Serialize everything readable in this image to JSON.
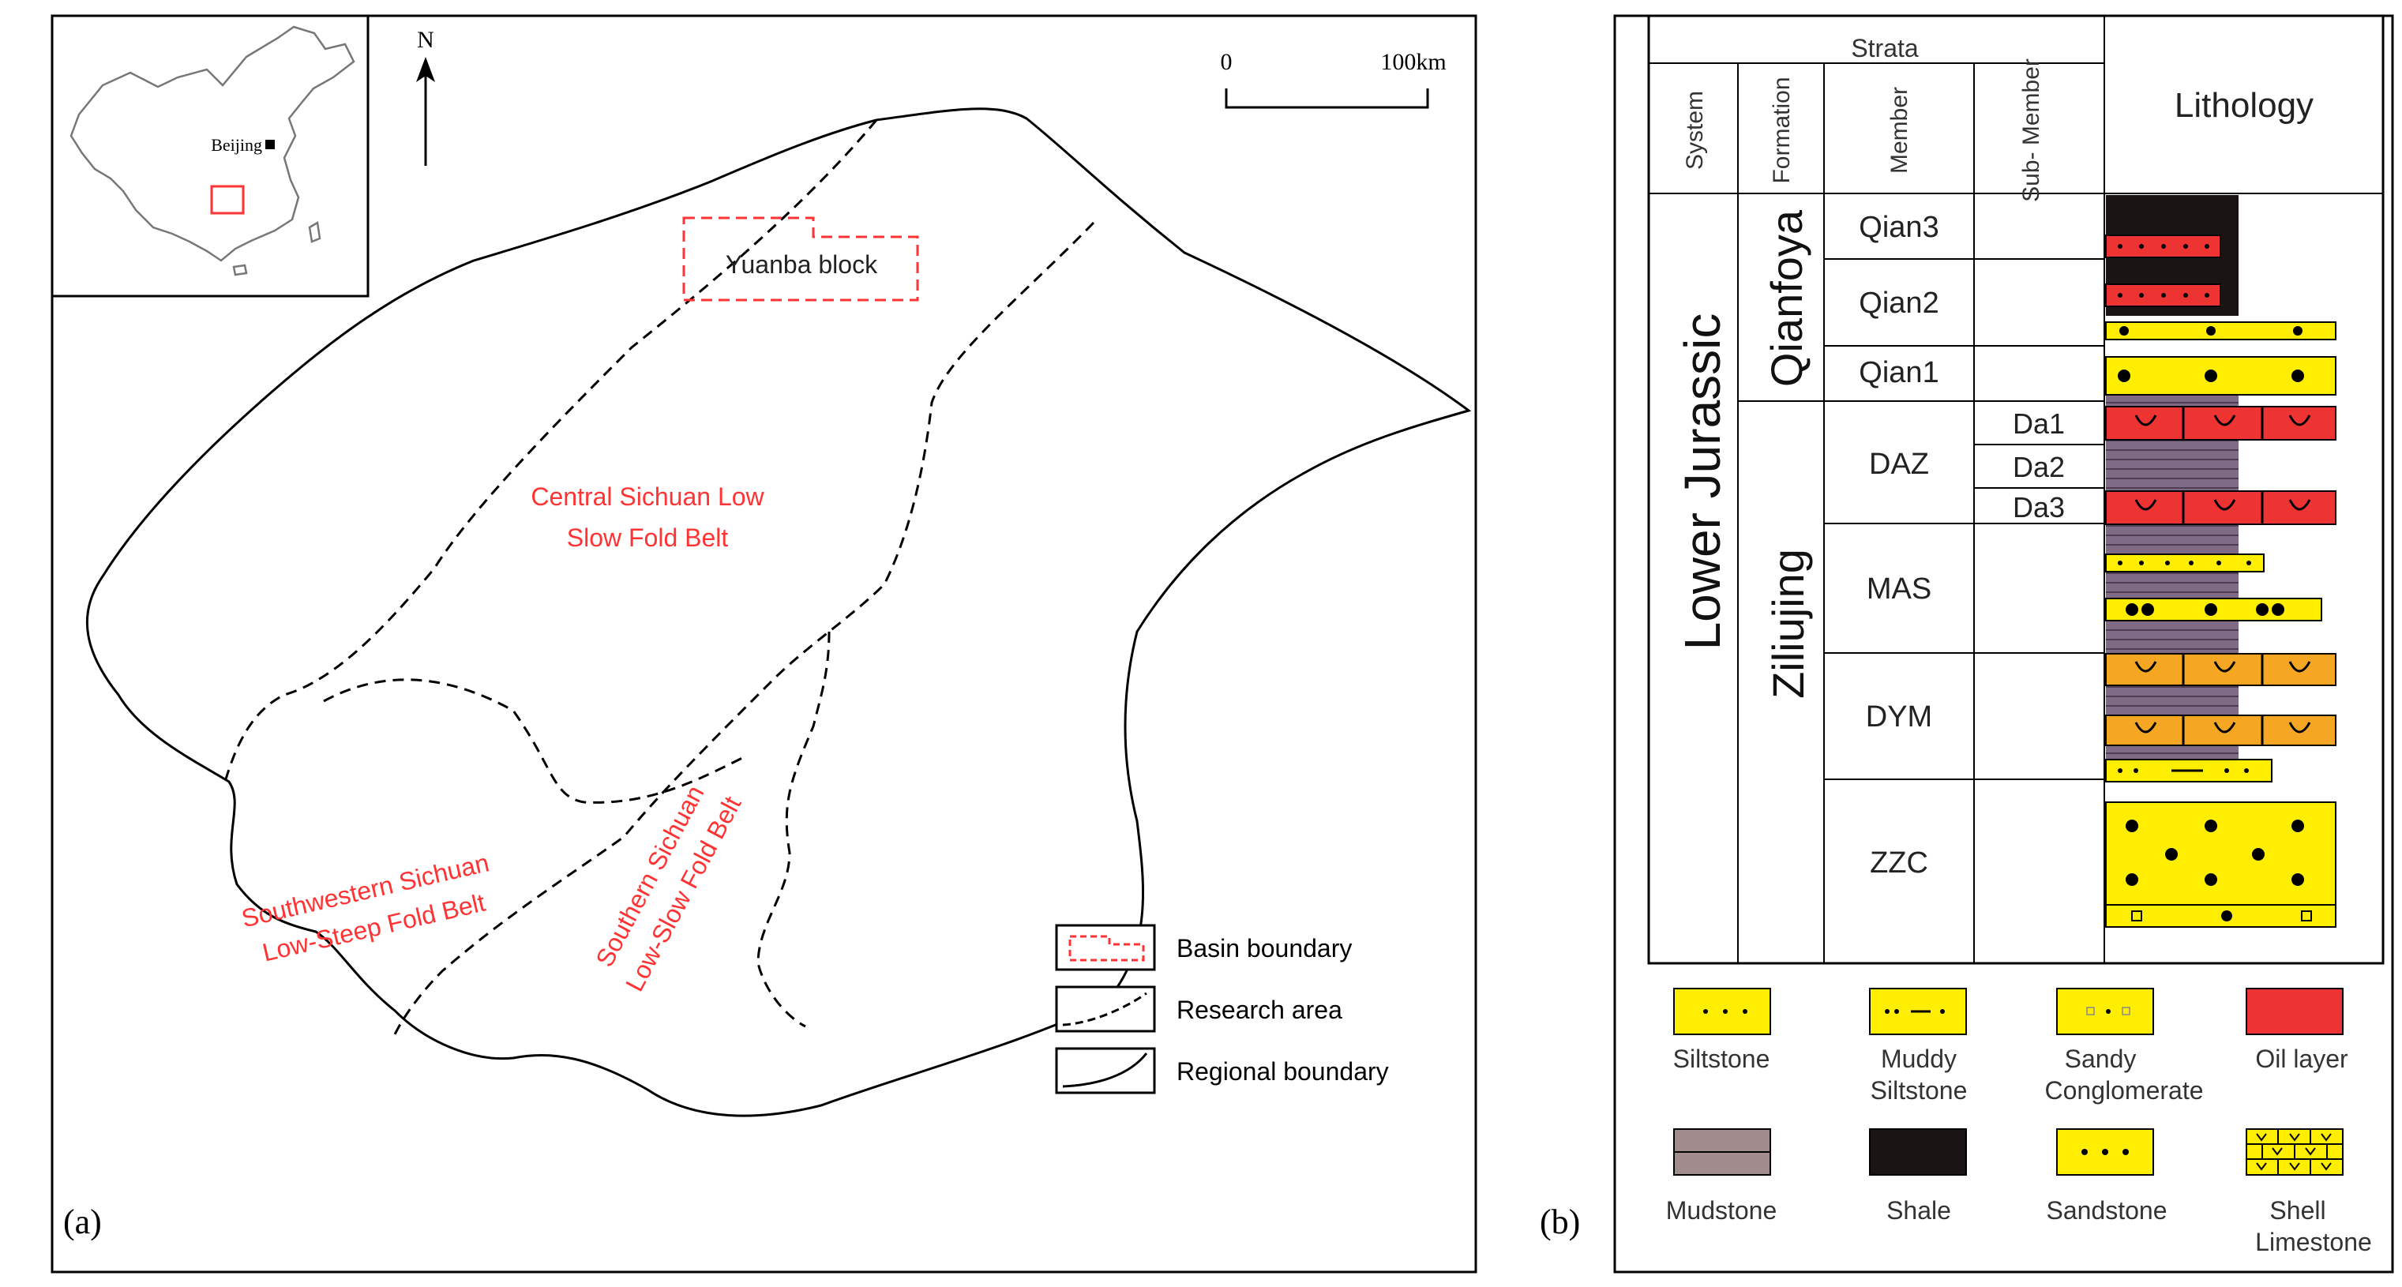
{
  "panel_a": {
    "panel_label": "(a)",
    "north_label": "N",
    "scale": {
      "start": "0",
      "end": "100km"
    },
    "inset_city": "Beijing",
    "regions": {
      "yuanba": "Yuanba block",
      "central_1": "Central Sichuan Low",
      "central_2": "Slow Fold Belt",
      "southwestern_1": "Southwestern Sichuan",
      "southwestern_2": "Low-Steep Fold Belt",
      "southern_1": "Southern Sichuan",
      "southern_2": "Low-Slow Fold Belt"
    },
    "legend": [
      {
        "label": "Basin boundary"
      },
      {
        "label": "Research area"
      },
      {
        "label": "Regional boundary"
      }
    ],
    "colors": {
      "accent_red": "#ff3333",
      "line": "#000000"
    }
  },
  "panel_b": {
    "panel_label": "(b)",
    "headers": {
      "strata": "Strata",
      "system": "System",
      "formation": "Formation",
      "member": "Member",
      "sub_member": "Sub-\nMember",
      "lithology": "Lithology"
    },
    "system": "Lower Jurassic",
    "formations": [
      "Qianfoya",
      "Ziliujing"
    ],
    "members": [
      "Qian3",
      "Qian2",
      "Qian1",
      "DAZ",
      "MAS",
      "DYM",
      "ZZC"
    ],
    "sub_members": [
      "Da1",
      "Da2",
      "Da3"
    ],
    "lithology_legend": [
      {
        "label": "Siltstone",
        "icon": "siltstone-swatch-icon"
      },
      {
        "label": "Muddy\nSiltstone",
        "icon": "muddy-siltstone-swatch-icon"
      },
      {
        "label": "Sandy\nConglomerate",
        "icon": "sandy-conglomerate-swatch-icon"
      },
      {
        "label": "Oil layer",
        "icon": "oil-layer-swatch-icon"
      },
      {
        "label": "Mudstone",
        "icon": "mudstone-swatch-icon"
      },
      {
        "label": "Shale",
        "icon": "shale-swatch-icon"
      },
      {
        "label": "Sandstone",
        "icon": "sandstone-swatch-icon"
      },
      {
        "label": "Shell\nLimestone",
        "icon": "shell-limestone-swatch-icon"
      }
    ],
    "colors": {
      "sandstone_yellow": "#ffee00",
      "oil_red": "#ee3333",
      "shell_orange": "#f5a623",
      "mudstone_purple": "#7f6b86",
      "shale_black": "#1a1414",
      "mudstone_legend": "#a08c8c"
    }
  }
}
